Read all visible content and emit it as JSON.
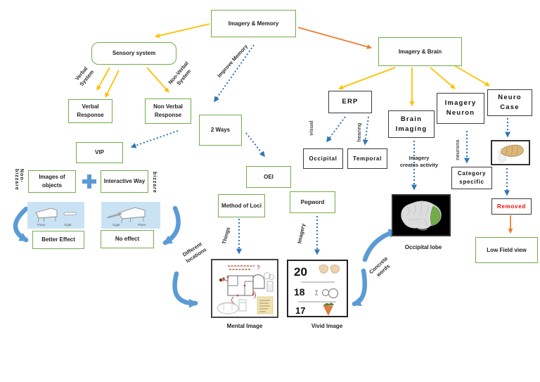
{
  "nodes": {
    "imagery_memory": "Imagery & Memory",
    "sensory_system": "Sensory system",
    "imagery_brain": "Imagery & Brain",
    "verbal_response": "Verbal Response",
    "non_verbal_response": "Non Verbal Response",
    "two_ways": "2 Ways",
    "vip": "VIP",
    "oei": "OEI",
    "method_of_loci": "Method of Loci",
    "pegword": "Pegword",
    "images_of_objects": "Images of objects",
    "interactive_way": "Interactive Way",
    "better_effect": "Better Effect",
    "no_effect": "No effect",
    "erp": "ERP",
    "brain_imaging": "Brain Imaging",
    "imagery_neuron": "Imagery Neuron",
    "neuro_case": "Neuro Case",
    "occipital": "Occipital",
    "temporal": "Temporal",
    "category_specific": "Category specific",
    "removed": "Removed",
    "low_field_view": "Low Field view"
  },
  "edge_labels": {
    "improve_memory": "Improve Memory",
    "verbal_system": "Verbal System",
    "non_verbal_system": "Non-Verbal System",
    "visual": "visual",
    "hearing": "hearing",
    "neurons": "neurons",
    "imagery_creates_activity": "Imagery creates activity",
    "things": "Things",
    "imagery": "Imagery",
    "different_locations": "Different locations",
    "concrete_words": "Concrete words",
    "non_bizzare": "Non- bizzare",
    "bizzare": "bizzare"
  },
  "captions": {
    "occipital_lobe": "Occipital lobe",
    "mental_image": "Mental Image",
    "vivid_image": "Vivid Image",
    "left_pair": [
      "Piano",
      "Cigar"
    ],
    "right_pair": [
      "Cigar",
      "Piano"
    ]
  },
  "vivid": {
    "numbers": [
      "20",
      "18",
      "17"
    ]
  },
  "icons": {
    "plus": "plus-icon",
    "occipital_brain": "brain-occipital-highlight-image",
    "head_brain": "head-with-brain-image",
    "floor_plan": "method-of-loci-floorplan-image",
    "pair_left": "piano-and-cigar-image",
    "pair_right": "cigar-on-piano-image"
  },
  "colors": {
    "green_border": "#70AD47",
    "black_border": "#3A3A3A",
    "yellow_arrow": "#FFC000",
    "orange_arrow": "#ED7D31",
    "blue_dotted": "#2E75B6",
    "blue_curve": "#5B9BD5",
    "light_blue_bg": "#C9E3F4",
    "removed_red": "#FF0000"
  }
}
